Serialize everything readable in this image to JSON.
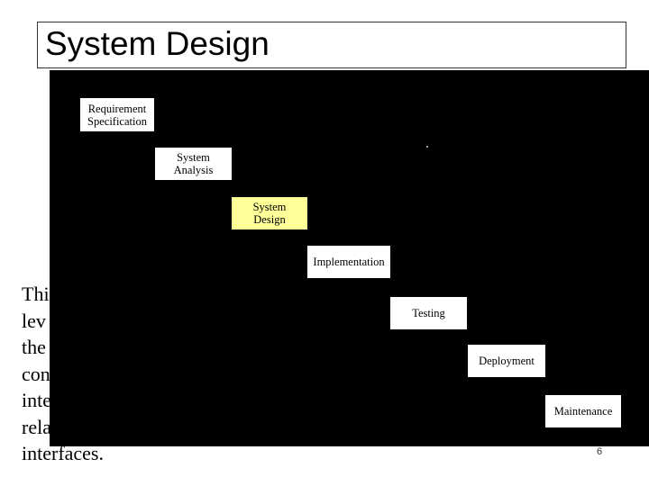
{
  "slide": {
    "title": "System Design",
    "page_number": "6",
    "body_lines": [
      "Thi",
      "lev",
      "the",
      "con",
      "inte",
      "rela",
      "interfaces."
    ]
  },
  "diagram": {
    "panel_color": "#000000",
    "stage_color": "#ffffff",
    "highlight_color": "#ffff99",
    "stages": [
      {
        "label": "Requirement\nSpecification",
        "highlighted": false
      },
      {
        "label": "System\nAnalysis",
        "highlighted": false
      },
      {
        "label": "System\nDesign",
        "highlighted": true
      },
      {
        "label": "Implementation",
        "highlighted": false
      },
      {
        "label": "Testing",
        "highlighted": false
      },
      {
        "label": "Deployment",
        "highlighted": false
      },
      {
        "label": "Maintenance",
        "highlighted": false
      }
    ]
  }
}
